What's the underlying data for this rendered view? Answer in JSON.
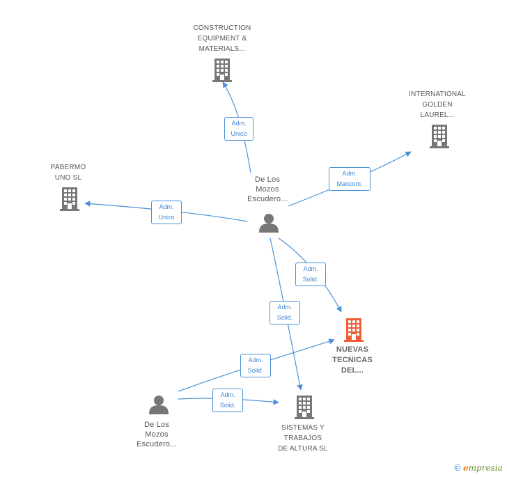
{
  "colors": {
    "edge": "#4a90d9",
    "building": "#777777",
    "focus_building": "#ef5f3a",
    "person": "#777777"
  },
  "nodes": {
    "construction": {
      "type": "company",
      "label": [
        "CONSTRUCTION",
        "EQUIPMENT &",
        "MATERIALS..."
      ]
    },
    "international": {
      "type": "company",
      "label": [
        "INTERNATIONAL",
        "GOLDEN",
        "LAUREL..."
      ]
    },
    "pabermo": {
      "type": "company",
      "label": [
        "PABERMO",
        "UNO  SL"
      ]
    },
    "person1": {
      "type": "person",
      "label": [
        "De Los",
        "Mozos",
        "Escudero..."
      ]
    },
    "nuevas": {
      "type": "company",
      "focus": true,
      "label": [
        "NUEVAS",
        "TECNICAS",
        "DEL..."
      ]
    },
    "sistemas": {
      "type": "company",
      "label": [
        "SISTEMAS Y",
        "TRABAJOS",
        "DE ALTURA SL"
      ]
    },
    "person2": {
      "type": "person",
      "label": [
        "De Los",
        "Mozos",
        "Escudero..."
      ]
    }
  },
  "edges": [
    {
      "from": "person1",
      "to": "construction",
      "label": [
        "Adm.",
        "Unico"
      ]
    },
    {
      "from": "person1",
      "to": "international",
      "label": [
        "Adm.",
        "Mancom."
      ]
    },
    {
      "from": "person1",
      "to": "pabermo",
      "label": [
        "Adm.",
        "Unico"
      ]
    },
    {
      "from": "person1",
      "to": "nuevas",
      "label": [
        "Adm.",
        "Solid."
      ]
    },
    {
      "from": "person1",
      "to": "sistemas",
      "label": [
        "Adm.",
        "Solid."
      ]
    },
    {
      "from": "person2",
      "to": "nuevas",
      "label": [
        "Adm.",
        "Solid."
      ]
    },
    {
      "from": "person2",
      "to": "sistemas",
      "label": [
        "Adm.",
        "Solid."
      ]
    }
  ],
  "copyright": {
    "symbol": "©",
    "brand_initial": "e",
    "brand_rest": "mpresia"
  }
}
